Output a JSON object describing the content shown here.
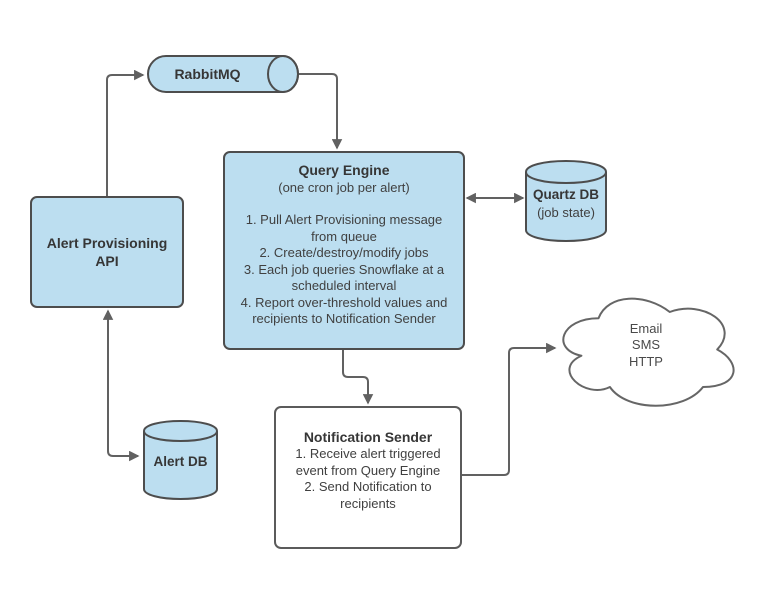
{
  "colors": {
    "node_fill": "#BCDEF0",
    "node_border": "#4D4D4D",
    "connector": "#616161",
    "body_text": "#404040"
  },
  "nodes": {
    "rabbitmq": {
      "label": "RabbitMQ"
    },
    "query_engine": {
      "title": "Query Engine",
      "subtitle": "(one cron job per alert)",
      "steps": "1. Pull Alert Provisioning message\nfrom queue\n2. Create/destroy/modify jobs\n3. Each job queries Snowflake at a\nscheduled interval\n4. Report over-threshold values and\nrecipients to Notification Sender"
    },
    "quartz_db": {
      "title": "Quartz DB",
      "subtitle": "(job state)"
    },
    "alert_provisioning_api": {
      "label": "Alert Provisioning\nAPI"
    },
    "alert_db": {
      "label": "Alert DB"
    },
    "notification_sender": {
      "title": "Notification Sender",
      "steps": "1. Receive alert triggered\nevent from Query Engine\n2. Send Notification to\nrecipients"
    },
    "cloud": {
      "label": "Email\nSMS\nHTTP"
    }
  }
}
